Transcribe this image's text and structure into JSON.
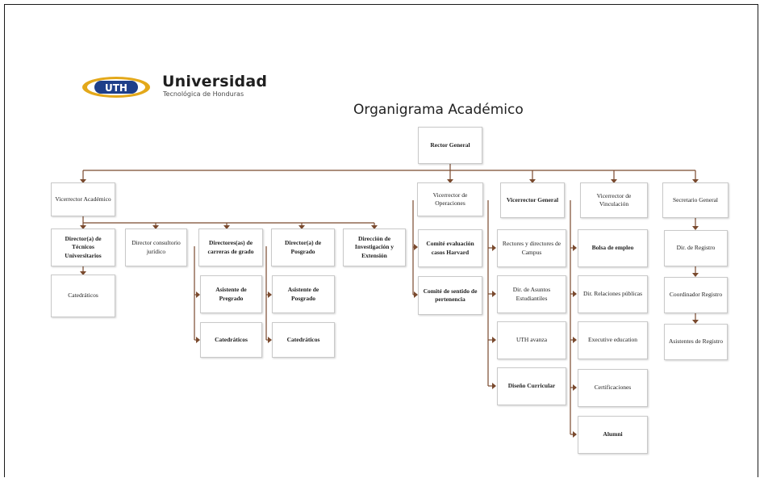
{
  "logo": {
    "badge_text": "UTH",
    "name": "Universidad",
    "subtitle": "Tecnológica de Honduras"
  },
  "title": "Organigrama Académico",
  "nodes": {
    "rector": "Rector General",
    "vr_academico": "Vicerrector Académico",
    "vr_operaciones": "Vicerrector de Operaciones",
    "vr_general": "Vicerrector General",
    "vr_vinculacion": "Vicerrector de Vinculación",
    "secretario": "Secretario General",
    "dir_tecnicos": "Director(a) de Técnicos Universitarios",
    "cat_tecnicos": "Catedráticos",
    "dir_consultorio": "Director consultorio jurídico",
    "dir_carreras": "Directores(as) de carreras de grado",
    "asist_pregrado": "Asistente de Pregrado",
    "cat_pregrado": "Catedráticos",
    "dir_posgrado": "Director(a) de Posgrado",
    "asist_posgrado": "Asistente de Posgrado",
    "cat_posgrado": "Catedráticos",
    "dir_investigacion": "Dirección de Investigación y Extensión",
    "comite_harvard": "Comité evaluación casos Harvard",
    "comite_pertenencia": "Comité de sentido de pertenencia",
    "rectores_campus": "Rectores y directores de Campus",
    "asuntos_estudiantiles": "Dir. de Asuntos Estudiantiles",
    "uth_avanza": "UTH avanza",
    "diseno_curricular": "Diseño Curricular",
    "bolsa_empleo": "Bolsa de empleo",
    "relaciones_publicas": "Dir. Relaciones públicas",
    "executive_education": "Executive education",
    "certificaciones": "Certificaciones",
    "alumni": "Alumni",
    "dir_registro": "Dir. de Registro",
    "coord_registro": "Coordinador Registro",
    "asist_registro": "Asistentes de Registro"
  }
}
